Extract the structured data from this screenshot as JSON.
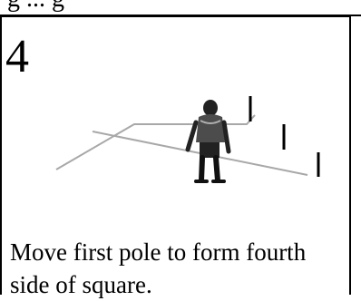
{
  "header_fragment": "g  ...  g",
  "step": {
    "number": "4",
    "caption": "Move first pole to form fourth side of square."
  },
  "illustration": {
    "description_icon": "person-bending-poles-icon",
    "line_color": "#a8a8a8",
    "pole_color": "#000000"
  }
}
